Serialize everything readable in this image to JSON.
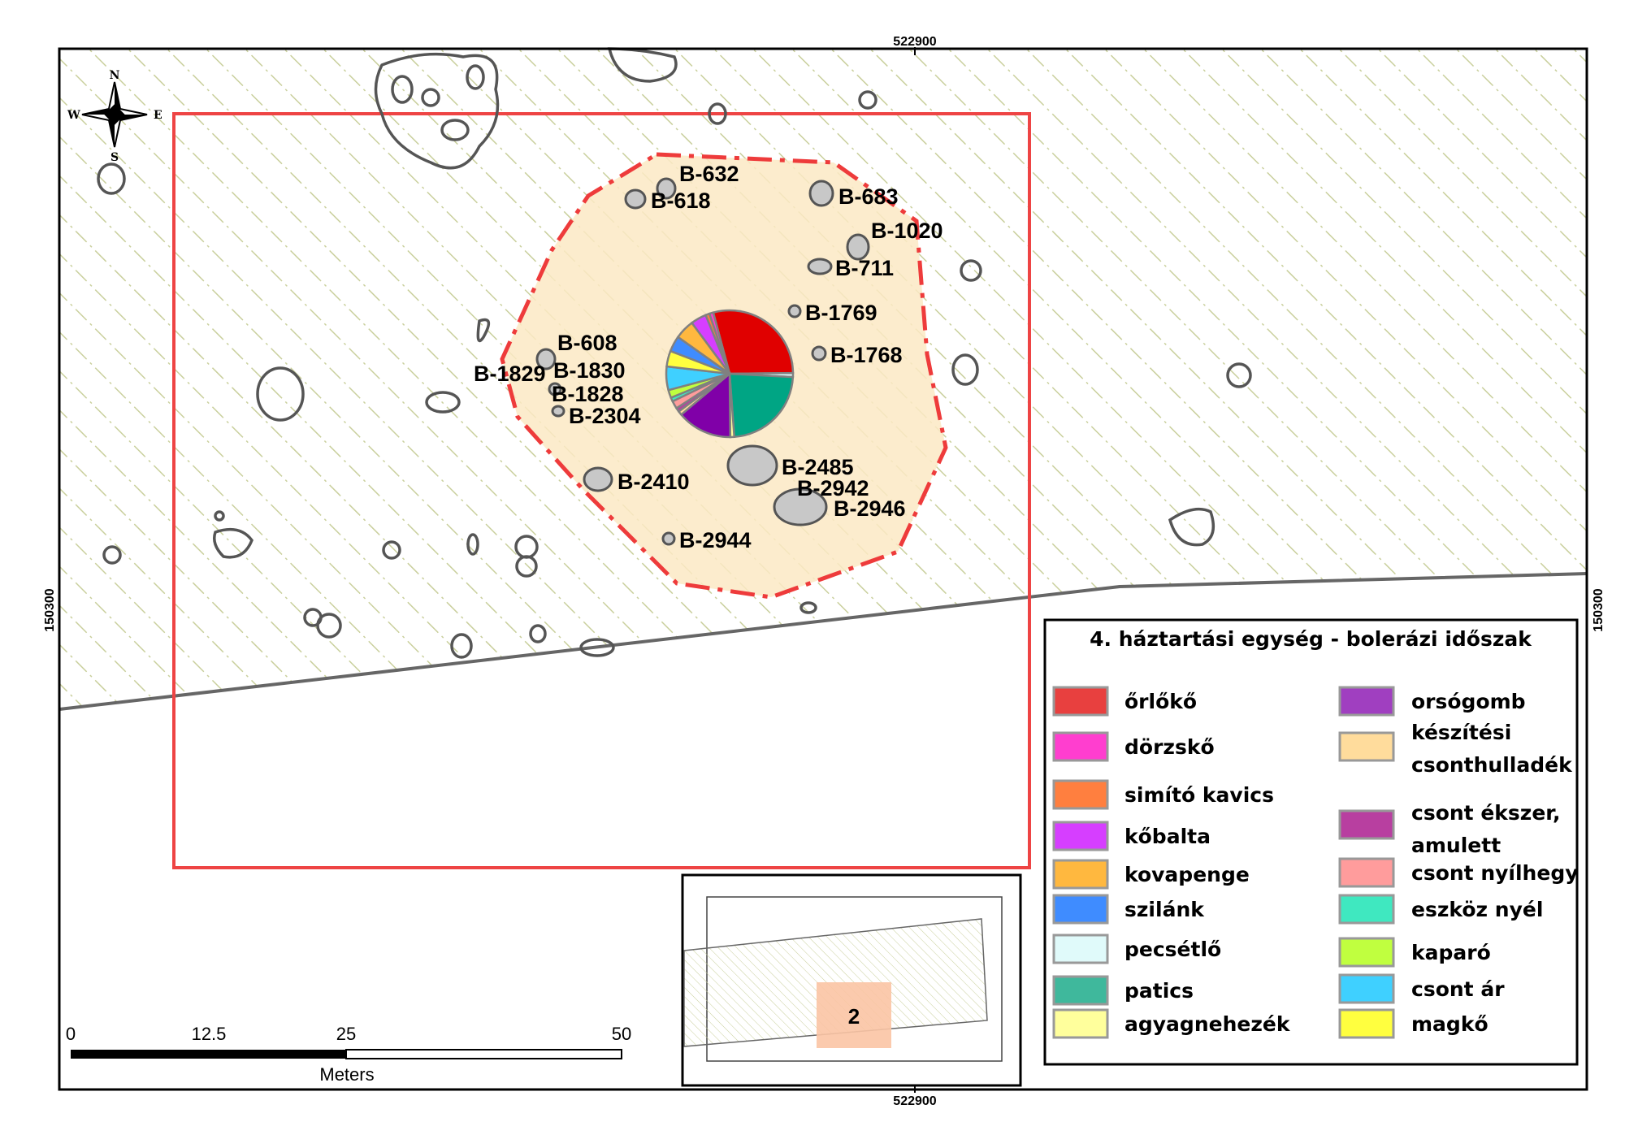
{
  "coordinates": {
    "top_x": "522900",
    "bottom_x": "522900",
    "left_y": "150300",
    "right_y": "150300"
  },
  "compass": {
    "n": "N",
    "s": "S",
    "e": "E",
    "w": "W"
  },
  "features": [
    {
      "label": "B-632"
    },
    {
      "label": "B-618"
    },
    {
      "label": "B-683"
    },
    {
      "label": "B-1020"
    },
    {
      "label": "B-711"
    },
    {
      "label": "B-1769"
    },
    {
      "label": "B-1768"
    },
    {
      "label": "B-608"
    },
    {
      "label": "B-1829"
    },
    {
      "label": "B-1830"
    },
    {
      "label": "B-1828"
    },
    {
      "label": "B-2304"
    },
    {
      "label": "B-2410"
    },
    {
      "label": "B-2485"
    },
    {
      "label": "B-2942"
    },
    {
      "label": "B-2946"
    },
    {
      "label": "B-2944"
    }
  ],
  "scale_bar": {
    "ticks": [
      "0",
      "12.5",
      "25",
      "50"
    ],
    "unit": "Meters"
  },
  "inset": {
    "label": "2",
    "colors": {
      "highlight": "#fbc4a4"
    }
  },
  "legend": {
    "title": "4. háztartási egység - bolerázi időszak",
    "items": [
      {
        "label": "őrlőkő",
        "color": "#e8403f",
        "pie_color": "#e00000",
        "share": 29
      },
      {
        "label": "dörzskő",
        "color": "#ff3ecf",
        "share": 1
      },
      {
        "label": "simító kavics",
        "color": "#ff7f3f",
        "share": 1
      },
      {
        "label": "kőbalta",
        "color": "#d63eff",
        "share": 4
      },
      {
        "label": "kovapenge",
        "color": "#ffb83f",
        "share": 5
      },
      {
        "label": "szilánk",
        "color": "#3f8cff",
        "share": 4
      },
      {
        "label": "pecsétlő",
        "color": "#e0fafa",
        "share": 1
      },
      {
        "label": "patics",
        "color": "#3fb89c",
        "pie_color": "#00a584",
        "share": 23
      },
      {
        "label": "agyagnehezék",
        "color": "#ffff9c",
        "share": 1
      },
      {
        "label": "orsógomb",
        "color": "#a03fc0",
        "pie_color": "#8000a8",
        "share": 14
      },
      {
        "label": "készítési csonthulladék",
        "lines": [
          "készítési",
          "csonthulladék"
        ],
        "color": "#ffdc9c",
        "share": 1
      },
      {
        "label": "csont ékszer, amulett",
        "lines": [
          "csont ékszer,",
          "amulett"
        ],
        "color": "#b83fa0",
        "share": 1
      },
      {
        "label": "csont nyílhegy",
        "color": "#ff9c9c",
        "share": 2
      },
      {
        "label": "eszköz nyél",
        "color": "#3fe8c0",
        "share": 1
      },
      {
        "label": "kaparó",
        "color": "#c0ff3f",
        "share": 2
      },
      {
        "label": "csont ár",
        "color": "#3fd0ff",
        "share": 6
      },
      {
        "label": "magkő",
        "color": "#ffff3f",
        "share": 4
      }
    ]
  },
  "chart_data": {
    "type": "pie",
    "title": "4. háztartási egység - bolerázi időszak",
    "categories": [
      "őrlőkő",
      "pecsétlő",
      "patics",
      "agyagnehezék",
      "orsógomb",
      "készítési csonthulladék",
      "csont ékszer, amulett",
      "csont nyílhegy",
      "eszköz nyél",
      "kaparó",
      "csont ár",
      "magkő",
      "szilánk",
      "kovapenge",
      "kőbalta",
      "simító kavics",
      "dörzskő"
    ],
    "values": [
      29,
      1,
      23,
      1,
      14,
      1,
      1,
      2,
      1,
      2,
      6,
      4,
      4,
      5,
      4,
      1,
      1
    ],
    "unit": "percent (estimated)"
  }
}
